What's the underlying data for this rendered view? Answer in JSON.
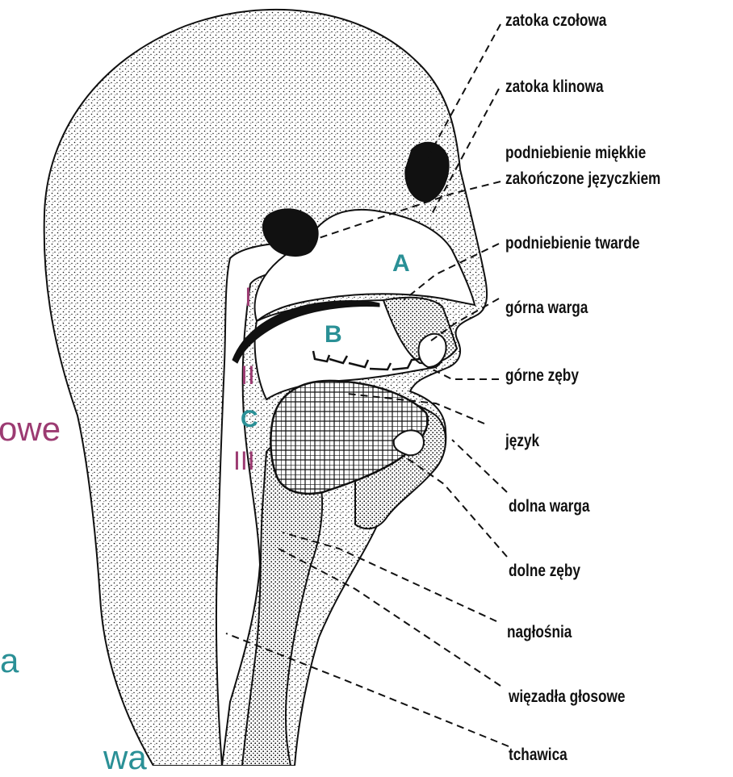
{
  "labels": {
    "frontal_sinus": "zatoka czołowa",
    "sphenoid_sinus": "zatoka klinowa",
    "soft_palate_1": "podniebienie miękkie",
    "soft_palate_2": "zakończone języczkiem",
    "hard_palate": "podniebienie twarde",
    "upper_lip": "górna warga",
    "upper_teeth": "górne zęby",
    "tongue": "język",
    "lower_lip": "dolna warga",
    "lower_teeth": "dolne zęby",
    "epiglottis": "nagłośnia",
    "vocal_cords": "więzadła głosowe",
    "trachea": "tchawica"
  },
  "markers": {
    "A": "A",
    "B": "B",
    "C": "C",
    "I": "I",
    "II": "II",
    "III": "III"
  },
  "edge_text": {
    "owe": "owe",
    "a": "a",
    "wa": "wa"
  },
  "colors": {
    "teal": "#2a9096",
    "purple": "#9c3b72",
    "ink": "#111111"
  }
}
